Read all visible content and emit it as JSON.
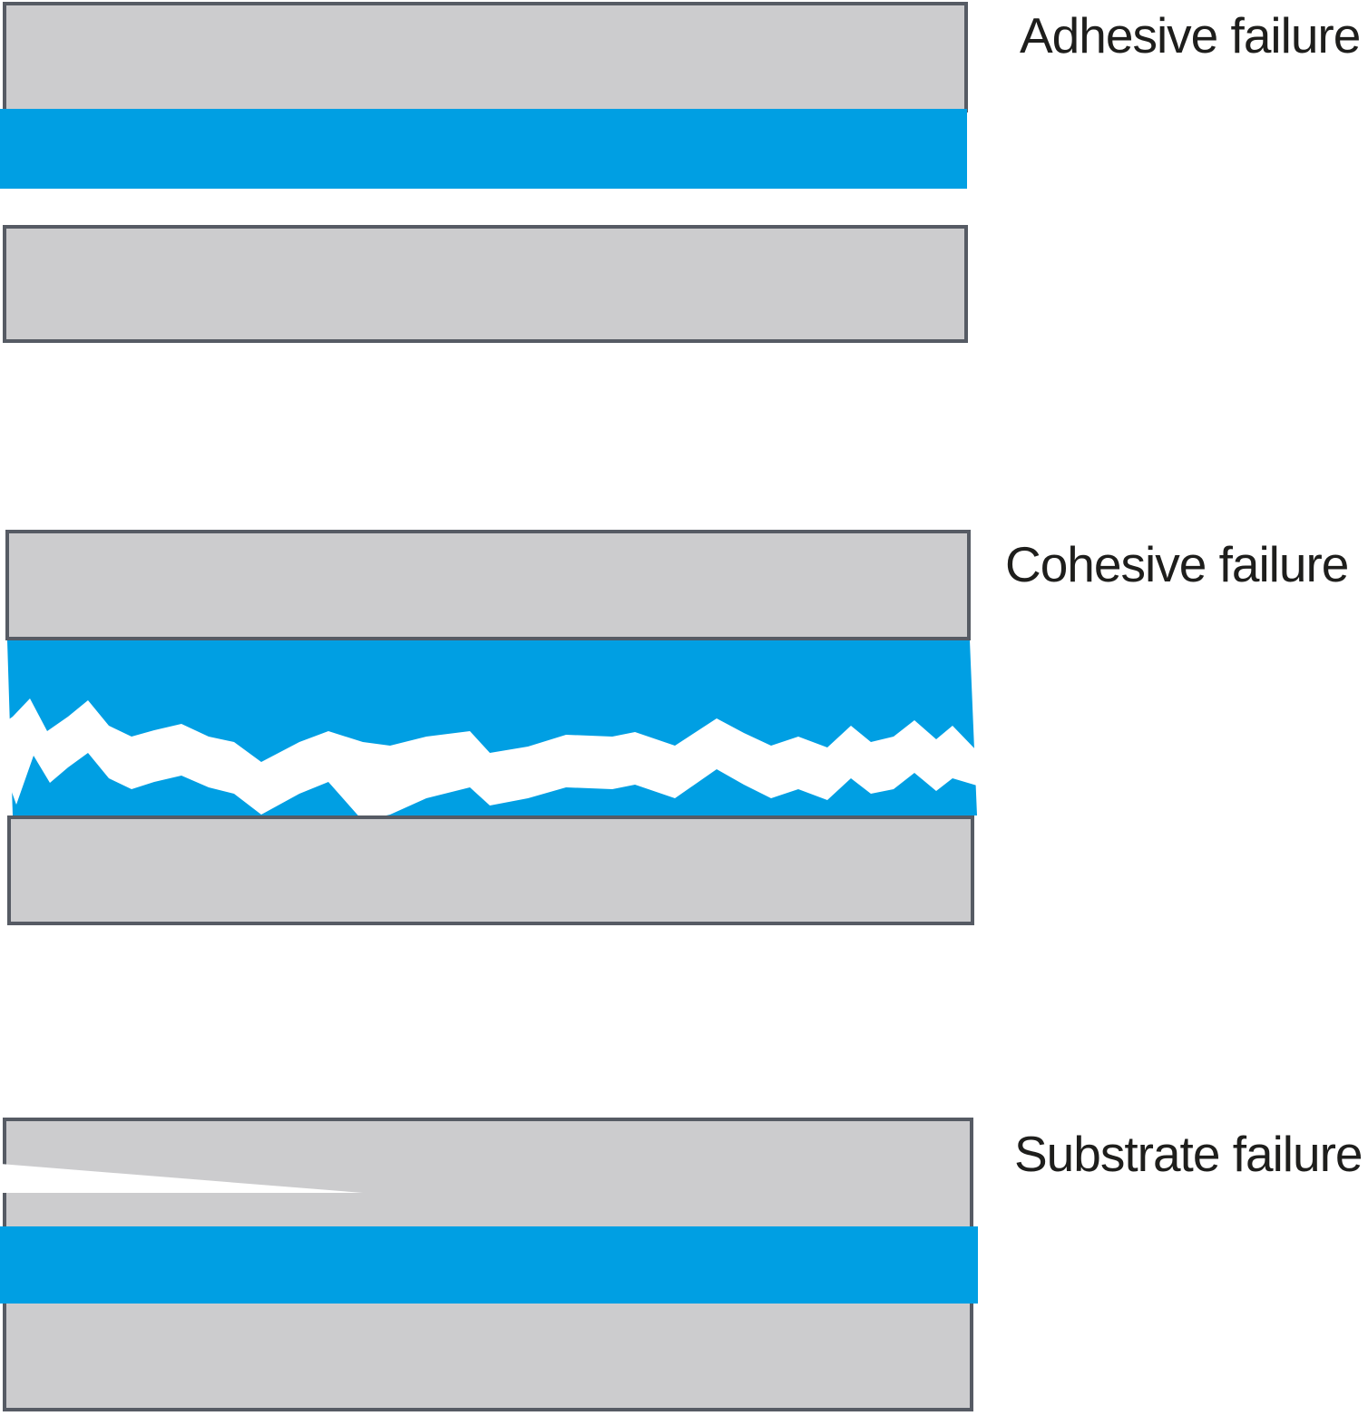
{
  "figure": {
    "panels": [
      {
        "id": "adhesive",
        "label": "Adhesive failure"
      },
      {
        "id": "cohesive",
        "label": "Cohesive failure"
      },
      {
        "id": "substrate",
        "label": "Substrate failure"
      }
    ]
  },
  "colors": {
    "adhesive_blue": "#009FE3",
    "substrate_gray": "#CCCCCE",
    "outline": "#565B64",
    "crack_white": "#FFFFFF",
    "label_text": "#1E1E1C",
    "background": "#FFFFFF"
  }
}
